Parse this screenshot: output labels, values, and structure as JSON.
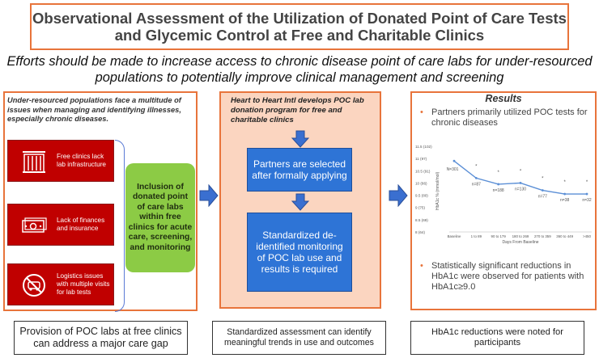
{
  "header": {
    "title": "Observational Assessment of the Utilization of Donated Point of Care Tests and Glycemic Control at Free and Charitable Clinics",
    "subtitle": "Efforts should be made to increase access to chronic disease point of care labs for under-resourced populations to potentially improve clinical management and screening"
  },
  "left_panel": {
    "heading": "Under-resourced populations face a multitude of issues when managing and identifying illnesses, especially chronic diseases.",
    "issues": [
      {
        "label": "Free clinics lack lab infrastructure",
        "icon": "building-icon"
      },
      {
        "label": "Lack of finances and insurance",
        "icon": "money-icon"
      },
      {
        "label": "Logistics issues with multiple visits for lab tests",
        "icon": "no-car-icon"
      }
    ],
    "inclusion": "Inclusion of donated point of care labs within free clinics for acute care, screening, and monitoring"
  },
  "middle_panel": {
    "heading": "Heart to Heart Intl develops POC lab donation program for free and charitable clinics",
    "step1": "Partners are selected after formally applying",
    "step2": "Standardized de-identified monitoring of POC lab use and results is required"
  },
  "right_panel": {
    "title": "Results",
    "bullet1": "Partners primarily utilized POC tests for chronic diseases",
    "bullet2": "Statistically significant reductions in HbA1c were observed for patients with HbA1c≥9.0"
  },
  "chart_data": {
    "type": "line",
    "xlabel": "Days From Baseline",
    "ylabel": "HbA1c % (mmol/mol)",
    "categories": [
      "Baseline",
      "1 to 89",
      "90 to 179",
      "180 to 269",
      "270 to 359",
      "360 to 449",
      ">450"
    ],
    "values": [
      10.9,
      10.2,
      9.95,
      10.0,
      9.7,
      9.55,
      9.55
    ],
    "n_labels": [
      "N=301",
      "n=87",
      "n=188",
      "n=130",
      "n=77",
      "n=38",
      "n=32"
    ],
    "y_ticks": [
      "11.5 (102)",
      "11 (97)",
      "10.5 (91)",
      "10 (86)",
      "9.5 (80)",
      "9 (75)",
      "8.5 (69)",
      "8 (64)"
    ],
    "ylim": [
      8,
      11.5
    ],
    "significance_marks": [
      false,
      true,
      true,
      true,
      true,
      true,
      true
    ],
    "line_color": "#5b8fd6"
  },
  "bottom": {
    "left": "Provision of POC labs at free clinics can address a major care gap",
    "middle": "Standardized assessment can identify meaningful trends in use and outcomes",
    "right": "HbA1c reductions were noted for participants"
  },
  "colors": {
    "accent_orange": "#e8743b",
    "issue_red": "#c00000",
    "inclusion_green": "#8ccb45",
    "step_blue": "#2e74d6",
    "panel_peach": "#fbd5c0"
  }
}
